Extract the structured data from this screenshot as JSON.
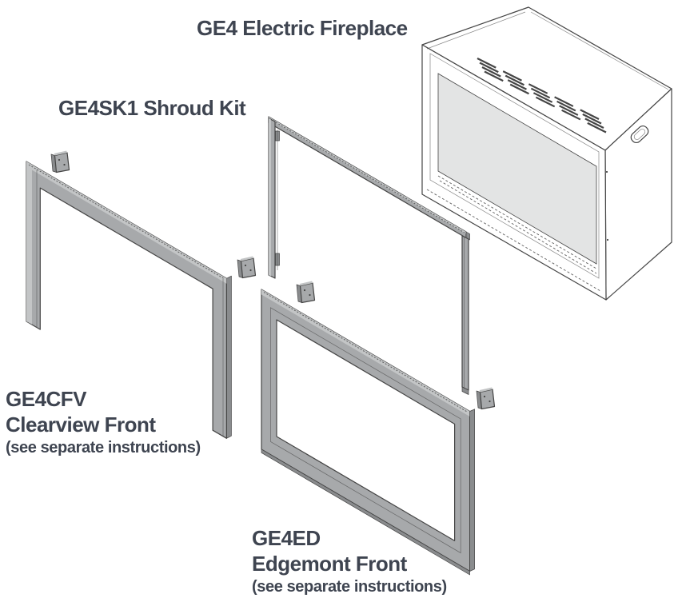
{
  "diagram": {
    "fireplace_label": "GE4 Electric Fireplace",
    "shroud_label": "GE4SK1 Shroud Kit",
    "clearview": {
      "code": "GE4CFV",
      "name": "Clearview Front",
      "note": "(see separate instructions)"
    },
    "edgemont": {
      "code": "GE4ED",
      "name": "Edgemont Front",
      "note": "(see separate instructions)"
    }
  },
  "colors": {
    "background": "#ffffff",
    "text": "#3e4450",
    "line": "#454545",
    "box_face": "#ffffff",
    "glass": "#e3e4e4",
    "frame_fill": "#a7a9ab",
    "frame_light": "#c3c5c6",
    "frame_side": "#8a8c8e"
  }
}
